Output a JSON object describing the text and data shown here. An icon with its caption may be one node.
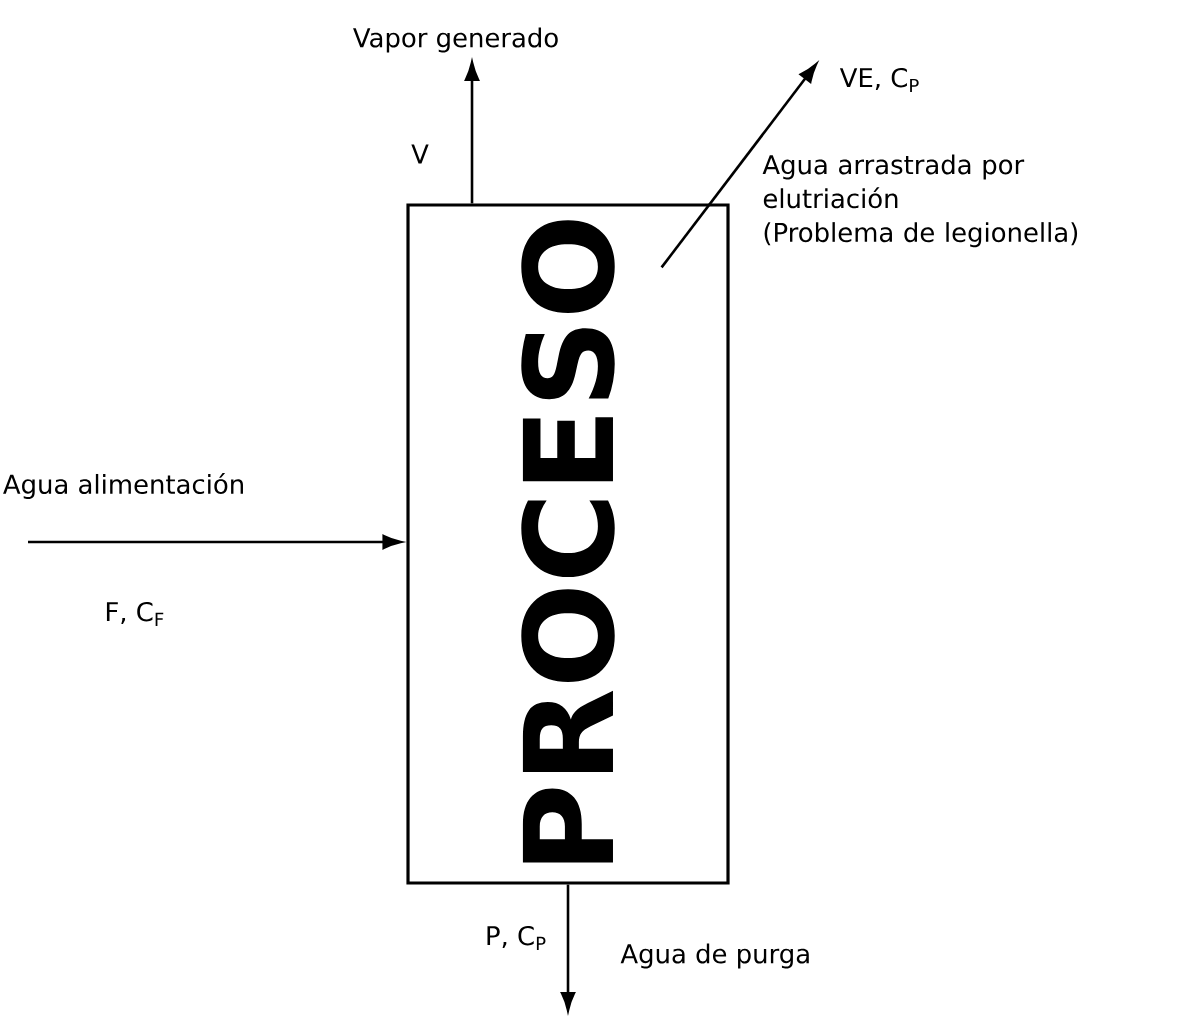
{
  "diagram": {
    "nodes": [
      {
        "text": [
          "PROCESO"
        ]
      },
      {
        "text": [
          "Vapor generado"
        ]
      },
      {
        "text": [
          "VE, C$_{P}$"
        ]
      }
    ],
    "edges": [
      {
        "from": null,
        "to": 0,
        "arrow": "to",
        "label": "Agua alimentación"
      },
      {
        "from": 0,
        "to": 1,
        "arrow": "to",
        "label": "V"
      },
      {
        "from": 0,
        "to": 2,
        "arrow": "to"
      },
      {
        "from": 0,
        "to": null,
        "arrow": "to",
        "label": "P, C$_{P}$"
      }
    ],
    "labels": [
      "F, C$_{F}$",
      "Agua arrastrada por elutriación (Problema de legionella)",
      "Agua de purga"
    ]
  }
}
